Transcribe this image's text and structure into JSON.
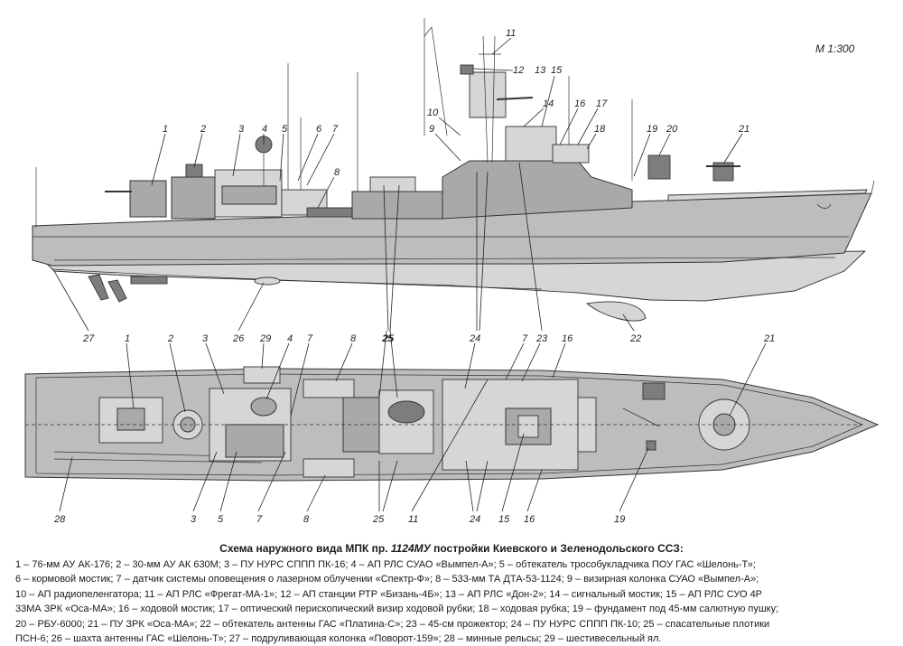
{
  "scale": "М 1:300",
  "caption": {
    "title_prefix": "Схема наружного вида МПК пр.",
    "title_project": "1124МУ",
    "title_suffix": "постройки Киевского и Зеленодольского ССЗ:",
    "legend_lines": [
      "1 – 76-мм АУ АК-176; 2 – 30-мм АУ АК 630М; 3 – ПУ НУРС СППП ПК-16; 4 – АП РЛС СУАО «Вымпел-А»; 5 – обтекатель трособукладчика ПОУ ГАС «Шелонь-Т»;",
      "6 – кормовой мостик; 7 – датчик системы оповещения о лазерном облучении «Спектр-Ф»; 8 – 533-мм ТА ДТА-53-1124; 9 – визирная колонка СУАО «Вымпел-А»;",
      "10 – АП радиопеленгатора; 11 – АП РЛС «Фрегат-МА-1»; 12 – АП станции РТР «Бизань-4Б»; 13 – АП РЛС  «Дон-2»; 14 – сигнальный мостик; 15 – АП РЛС СУО 4Р",
      "33МА ЗРК «Оса-МА»; 16 – ходовой мостик; 17 – оптический перископический визир ходовой рубки; 18 – ходовая рубка; 19 – фундамент под 45-мм салютную пушку;",
      "20 – РБУ-6000; 21 – ПУ ЗРК «Оса-МА»; 22 – обтекатель антенны ГАС «Платина-С»; 23 – 45-см прожектор; 24 – ПУ НУРС СППП ПК-10; 25 – спасательные плотики",
      "ПСН-6; 26 – шахта антенны ГАС «Шелонь-Т»; 27 – подруливающая колонка «Поворот-159»; 28 – минные рельсы; 29 – шестивесельный ял."
    ]
  },
  "side_callouts": [
    "1",
    "2",
    "3",
    "4",
    "5",
    "6",
    "7",
    "8",
    "9",
    "10",
    "11",
    "12",
    "13",
    "15",
    "14",
    "16",
    "17",
    "18",
    "19",
    "20",
    "21",
    "27",
    "26",
    "25",
    "22"
  ],
  "plan_callouts_top": [
    "1",
    "2",
    "3",
    "29",
    "4",
    "7",
    "8",
    "25",
    "24",
    "7",
    "23",
    "16",
    "21"
  ],
  "plan_callouts_bottom": [
    "28",
    "3",
    "5",
    "7",
    "8",
    "25",
    "11",
    "24",
    "15",
    "16",
    "19"
  ]
}
